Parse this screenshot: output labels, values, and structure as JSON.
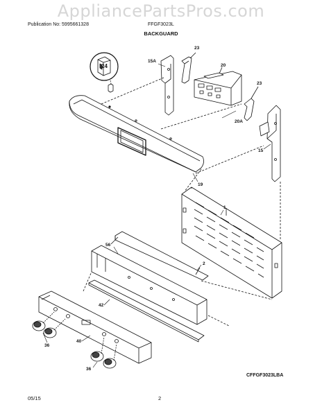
{
  "header": {
    "watermark": "AppliancePartsPros.com",
    "publication": "Publication No: 5995661328",
    "model": "FFGF3023L",
    "section_title": "BACKGUARD"
  },
  "diagram": {
    "code": "CFFGF3023LBA",
    "callouts": {
      "c24": "24",
      "c15a": "15A",
      "c23a": "23",
      "c20": "20",
      "c23b": "23",
      "c20a": "20A",
      "c15": "15",
      "c19": "19",
      "c1": "1",
      "c56": "56",
      "c2": "2",
      "c42": "42",
      "c36a": "36",
      "c40": "40",
      "c36b": "36"
    }
  },
  "footer": {
    "date": "05/15",
    "page": "2"
  }
}
